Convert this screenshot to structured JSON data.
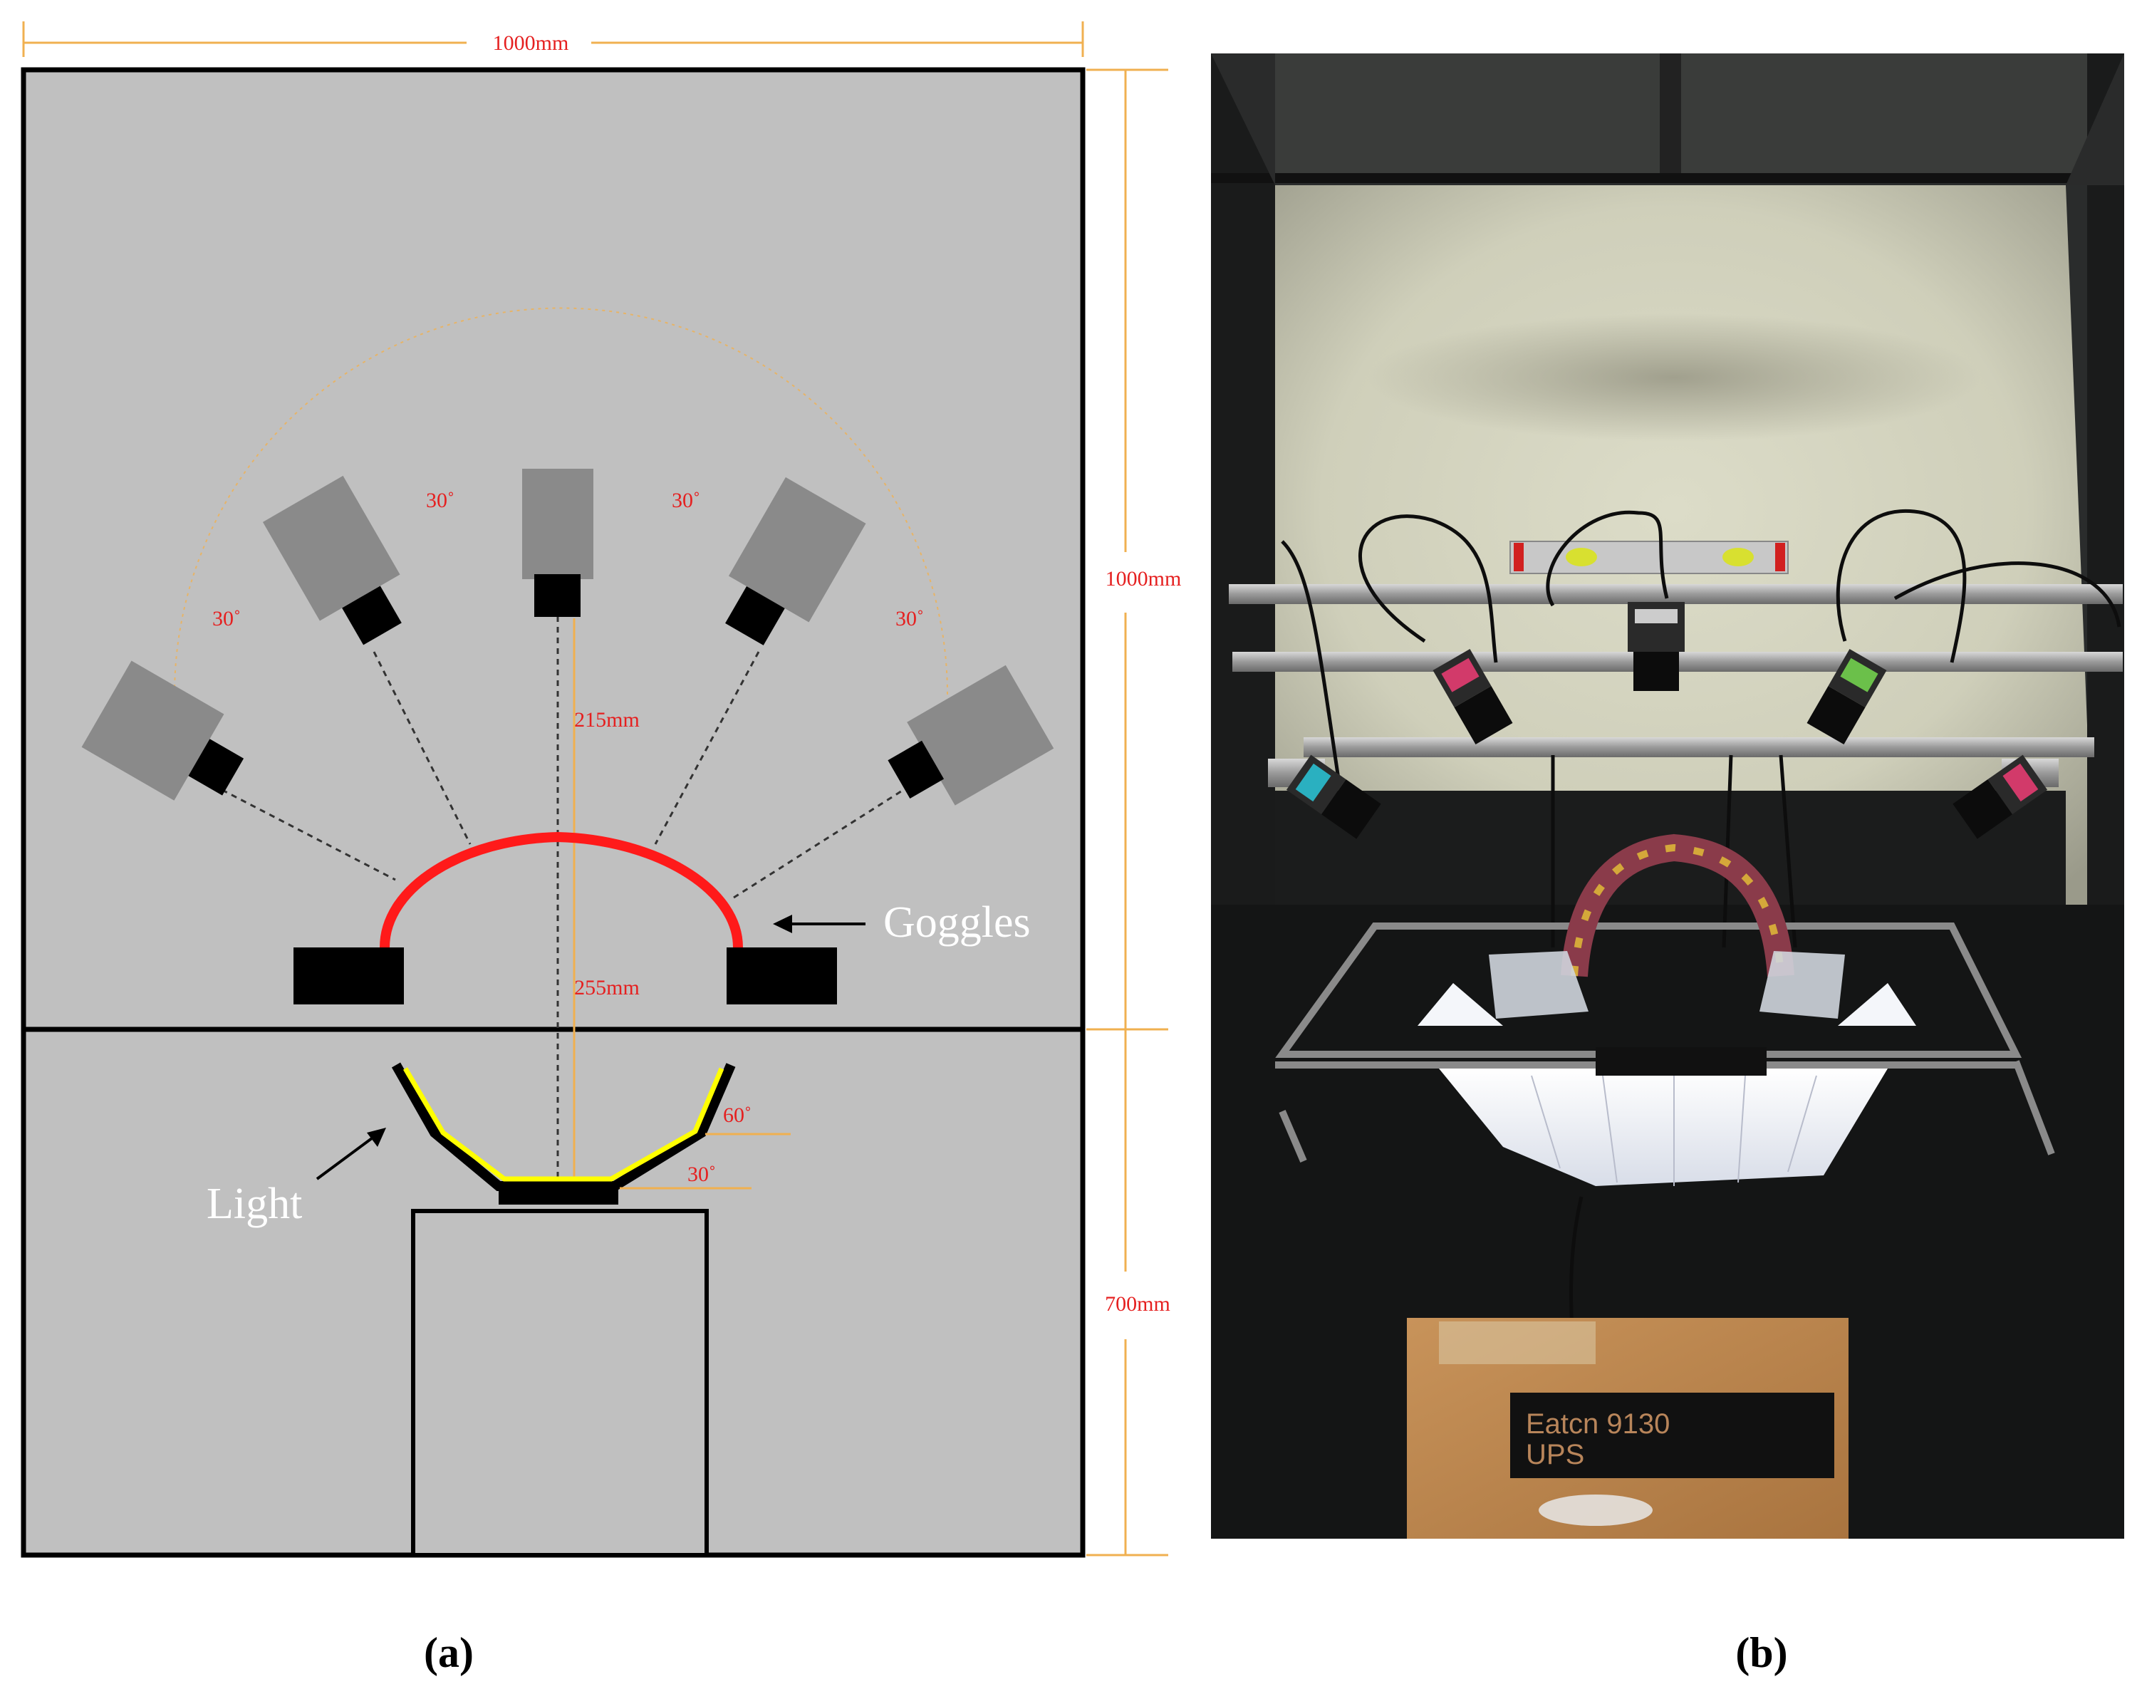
{
  "figure": {
    "captions": {
      "a": "(a)",
      "b": "(b)"
    }
  },
  "schematic": {
    "dimensions": {
      "width_top": "1000mm",
      "height_upper": "1000mm",
      "height_lower": "700mm",
      "camera_to_goggles": "215mm",
      "goggles_to_light": "255mm"
    },
    "angles": {
      "camera_left_outer": "30˚",
      "camera_left_inner": "30˚",
      "camera_right_inner": "30˚",
      "camera_right_outer": "30˚",
      "light_upper": "60˚",
      "light_lower": "30˚"
    },
    "labels": {
      "goggles": "Goggles",
      "light": "Light"
    },
    "colors": {
      "background": "#c0c0c0",
      "camera_body": "#8a8a8a",
      "lens": "#000000",
      "goggles": "#ff0000",
      "light": "#ffff00",
      "dimension_text": "#e52020",
      "dimension_line": "#f0b050"
    }
  },
  "photo": {
    "box_label_line1": "Eatcn  9130",
    "box_label_line2": "UPS"
  }
}
